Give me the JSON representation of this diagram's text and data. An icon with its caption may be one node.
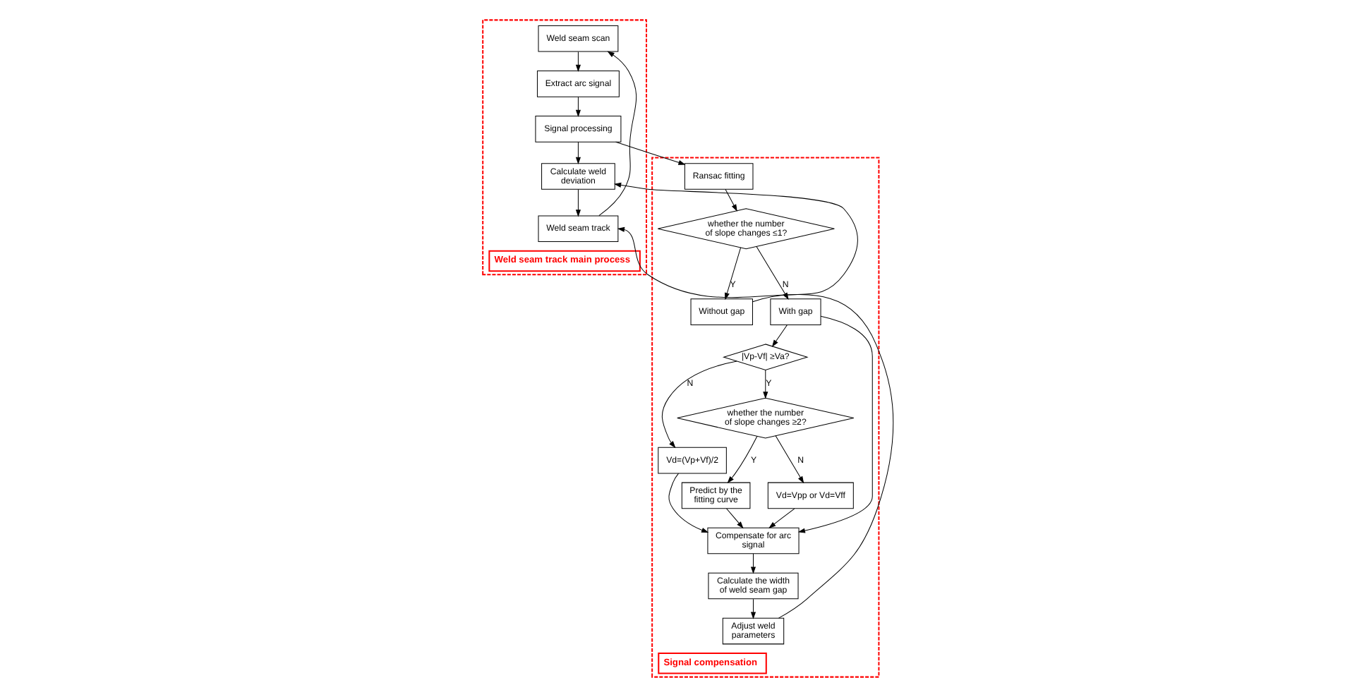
{
  "diagram": {
    "nodes": [
      {
        "text": [
          "Weld seam track main process"
        ]
      },
      {
        "text": [
          "Weld seam scan"
        ],
        "in": 0
      },
      {
        "text": [
          "Extract arc signal"
        ],
        "in": 0
      },
      {
        "text": [
          "Signal processing"
        ],
        "in": 0
      },
      {
        "text": [
          "Calculate weld deviation"
        ],
        "in": 0
      },
      {
        "text": [
          "Weld seam track"
        ],
        "in": 0
      },
      {
        "text": [
          "Signal compensation"
        ]
      },
      {
        "text": [
          "Ransac fitting"
        ],
        "in": 6
      },
      {
        "text": [
          "whether the number of slope changes ≤1?"
        ],
        "in": 6
      },
      {
        "text": [
          "Without gap"
        ],
        "in": 6
      },
      {
        "text": [
          "With gap"
        ],
        "in": 6
      },
      {
        "text": [
          "|Vp-Vf| ≥Va?"
        ],
        "in": 6
      },
      {
        "text": [
          "Vd=(Vp+Vf)/2"
        ],
        "in": 6
      },
      {
        "text": [
          "whether the number of slope changes ≥2?"
        ],
        "in": 6
      },
      {
        "text": [
          "Predict by the fitting curve"
        ],
        "in": 6
      },
      {
        "text": [
          "Vd=Vpp or Vd=Vff"
        ],
        "in": 6
      },
      {
        "text": [
          "Compensate for arc signal"
        ],
        "in": 6
      },
      {
        "text": [
          "Calculate the width of weld seam gap"
        ],
        "in": 6
      },
      {
        "text": [
          "Adjust weld parameters"
        ],
        "in": 6
      }
    ],
    "edges": [
      {
        "from": 1,
        "to": 2,
        "arrow": "to"
      },
      {
        "from": 2,
        "to": 3,
        "arrow": "to"
      },
      {
        "from": 3,
        "to": 4,
        "arrow": "to"
      },
      {
        "from": 4,
        "to": 5,
        "arrow": "to"
      },
      {
        "from": 5,
        "to": 1,
        "arrow": "to"
      },
      {
        "from": 3,
        "to": 7,
        "arrow": "to"
      },
      {
        "from": 7,
        "to": 8,
        "arrow": "to"
      },
      {
        "from": 8,
        "to": 9,
        "arrow": "to",
        "label": "Y"
      },
      {
        "from": 8,
        "to": 10,
        "arrow": "to",
        "label": "N"
      },
      {
        "from": 9,
        "to": 4,
        "arrow": "to"
      },
      {
        "from": 10,
        "to": 11,
        "arrow": "to"
      },
      {
        "from": 10,
        "to": 16,
        "arrow": "to"
      },
      {
        "from": 11,
        "to": 12,
        "arrow": "to",
        "label": "N"
      },
      {
        "from": 11,
        "to": 13,
        "arrow": "to",
        "label": "Y"
      },
      {
        "from": 13,
        "to": 14,
        "arrow": "to",
        "label": "Y"
      },
      {
        "from": 13,
        "to": 15,
        "arrow": "to",
        "label": "N"
      },
      {
        "from": 15,
        "to": 16,
        "arrow": "to"
      },
      {
        "from": 14,
        "to": 16,
        "arrow": "to"
      },
      {
        "from": 12,
        "to": 16,
        "arrow": "to"
      },
      {
        "from": 16,
        "to": 17,
        "arrow": "to"
      },
      {
        "from": 17,
        "to": 18,
        "arrow": "to"
      },
      {
        "from": 18,
        "to": 5,
        "arrow": "to"
      }
    ]
  }
}
